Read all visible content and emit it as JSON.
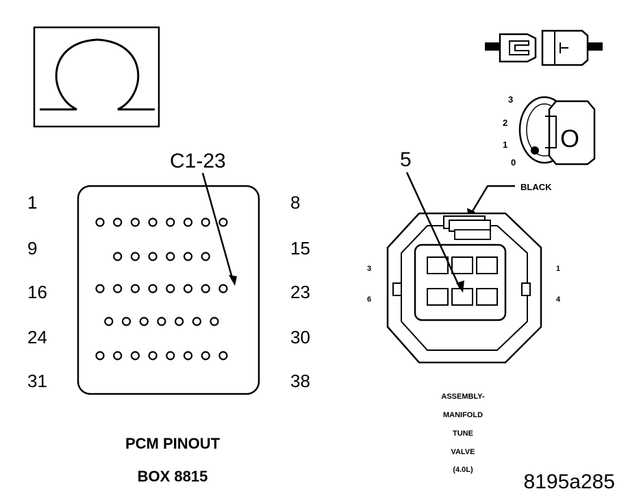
{
  "ohm_symbol": "Ω",
  "pcm": {
    "callout": "C1-23",
    "left_pins": [
      "1",
      "9",
      "16",
      "24",
      "31"
    ],
    "right_pins": [
      "8",
      "15",
      "23",
      "30",
      "38"
    ],
    "caption_line1": "PCM PINOUT",
    "caption_line2": "BOX 8815",
    "rows": [
      8,
      6,
      8,
      7,
      8
    ],
    "target_pin": 23
  },
  "connector": {
    "callout": "5",
    "color_label": "BLACK",
    "pin_labels": {
      "top_left": "3",
      "top_right": "1",
      "bottom_left": "6",
      "bottom_right": "4"
    },
    "caption_lines": [
      "ASSEMBLY-",
      "MANIFOLD",
      "TUNE",
      "VALVE",
      "(4.0L)"
    ]
  },
  "ignition": {
    "positions": [
      "3",
      "2",
      "1",
      "0"
    ],
    "key_letter": "O"
  },
  "figure_id": "8195a285"
}
